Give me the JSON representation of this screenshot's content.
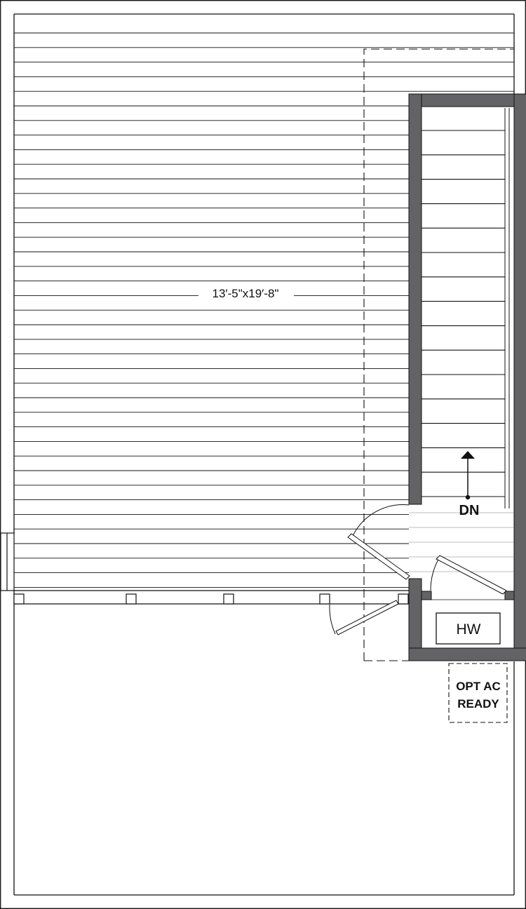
{
  "floor_plan": {
    "room_dimension": "13′-5\"x19′-8\"",
    "stair_direction_label": "DN",
    "water_heater_label": "HW",
    "ac_label_line1": "OPT AC",
    "ac_label_line2": "READY"
  },
  "colors": {
    "wall_fill": "#636366",
    "line": "#111111",
    "background": "#ffffff"
  }
}
